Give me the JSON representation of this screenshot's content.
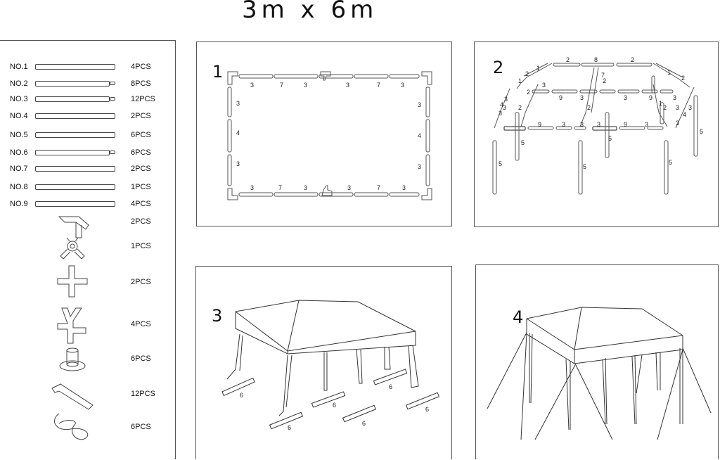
{
  "title": "3m  x  6m",
  "parts": [
    {
      "name": "NO.1",
      "qty": "4PCS"
    },
    {
      "name": "NO.2",
      "qty": "8PCS"
    },
    {
      "name": "NO.3",
      "qty": "12PCS"
    },
    {
      "name": "NO.4",
      "qty": "2PCS"
    },
    {
      "name": "NO.5",
      "qty": "6PCS"
    },
    {
      "name": "NO.6",
      "qty": "6PCS"
    },
    {
      "name": "NO.7",
      "qty": "2PCS"
    },
    {
      "name": "NO.8",
      "qty": "1PCS"
    },
    {
      "name": "NO.9",
      "qty": "4PCS"
    }
  ],
  "fittings": [
    {
      "icon": "corner-connector-icon",
      "qty": "2PCS"
    },
    {
      "icon": "roof-center-connector-icon",
      "qty": "1PCS"
    },
    {
      "icon": "cross-connector-icon",
      "qty": "2PCS"
    },
    {
      "icon": "y-connector-icon",
      "qty": "4PCS"
    },
    {
      "icon": "foot-plate-icon",
      "qty": "6PCS"
    },
    {
      "icon": "elbow-connector-icon",
      "qty": "12PCS"
    },
    {
      "icon": "rope-icon",
      "qty": "6PCS"
    }
  ],
  "steps": [
    {
      "number": "1"
    },
    {
      "number": "2"
    },
    {
      "number": "3"
    },
    {
      "number": "4"
    }
  ],
  "step1_labels": {
    "top": [
      "3",
      "7",
      "3",
      "3",
      "7",
      "3"
    ],
    "bottom": [
      "3",
      "7",
      "3",
      "3",
      "7",
      "3"
    ],
    "left": [
      "3",
      "4",
      "3"
    ],
    "right": [
      "3",
      "4",
      "3"
    ]
  },
  "step2_labels": [
    "2",
    "8",
    "2",
    "1",
    "2",
    "1",
    "2",
    "1",
    "2",
    "3",
    "9",
    "3",
    "7",
    "2",
    "3",
    "9",
    "1",
    "3",
    "3",
    "2",
    "2",
    "3",
    "4",
    "2",
    "3",
    "3",
    "4",
    "3",
    "9",
    "3",
    "3",
    "3",
    "9",
    "3",
    "3",
    "5",
    "5",
    "5",
    "5",
    "5",
    "5"
  ],
  "step3_labels": [
    "6",
    "6",
    "6",
    "6",
    "6",
    "6"
  ]
}
